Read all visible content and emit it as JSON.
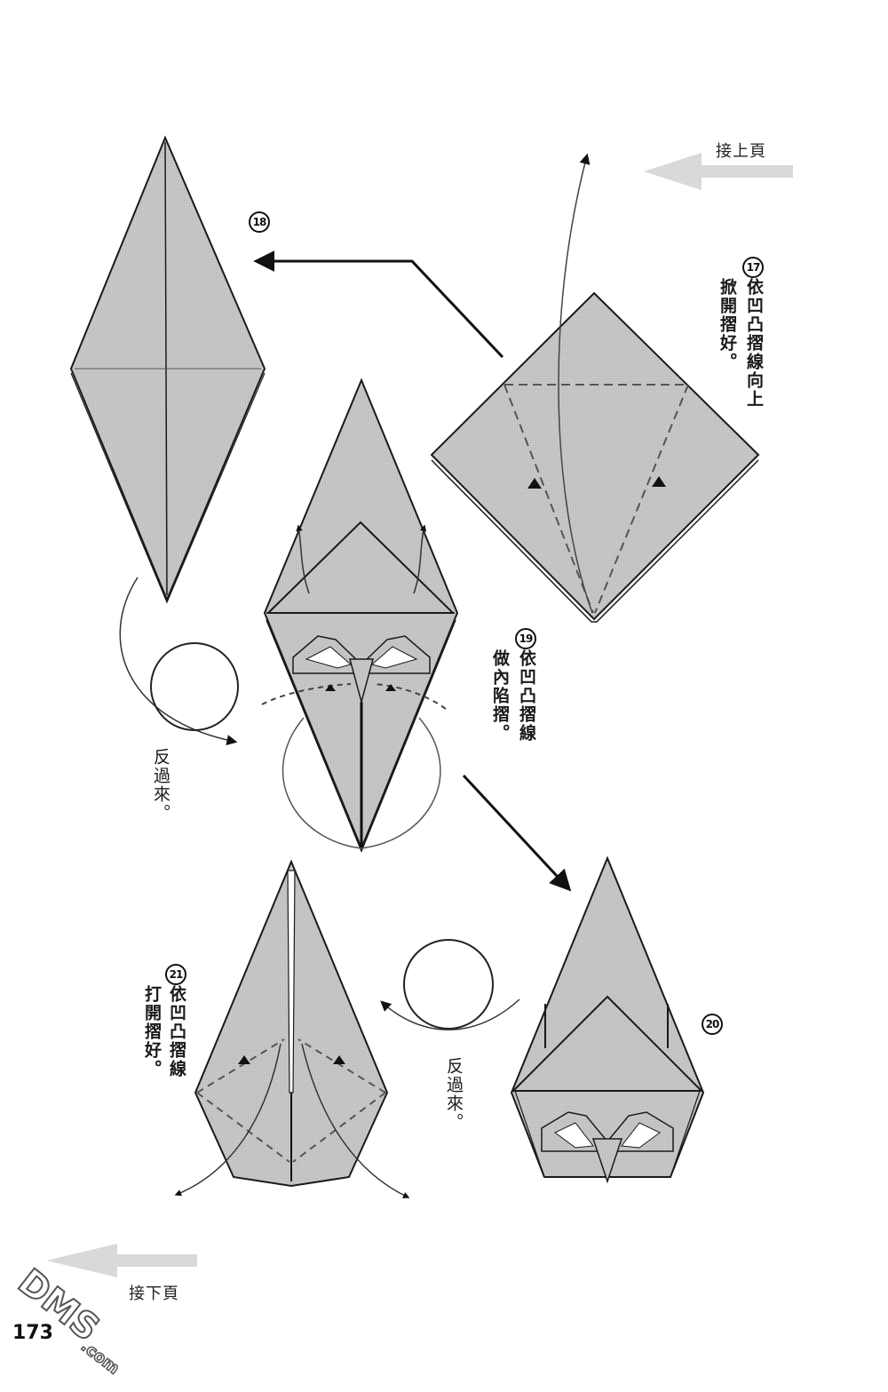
{
  "page": {
    "page_number": "173",
    "continue_from_prev": "接上頁",
    "continue_to_next": "接下頁",
    "watermark": {
      "main": "DMS",
      "suffix": ".com"
    }
  },
  "colors": {
    "paper_fill": "#c4c4c4",
    "line": "#1a1a1a",
    "nav_arrow": "#d8d8d8",
    "background": "#ffffff"
  },
  "steps": [
    {
      "number": "17",
      "instruction": "依凹凸摺線向上",
      "instruction_2": "掀開摺好。"
    },
    {
      "number": "18",
      "instruction": ""
    },
    {
      "number": "19",
      "instruction": "依凹凸摺線",
      "instruction_2": "做內陷摺。"
    },
    {
      "number": "20",
      "instruction": ""
    },
    {
      "number": "21",
      "instruction": "依凹凸摺線",
      "instruction_2": "打開摺好。"
    }
  ],
  "flip_notes": [
    {
      "text": "反過來。"
    },
    {
      "text": "反過來。"
    }
  ]
}
